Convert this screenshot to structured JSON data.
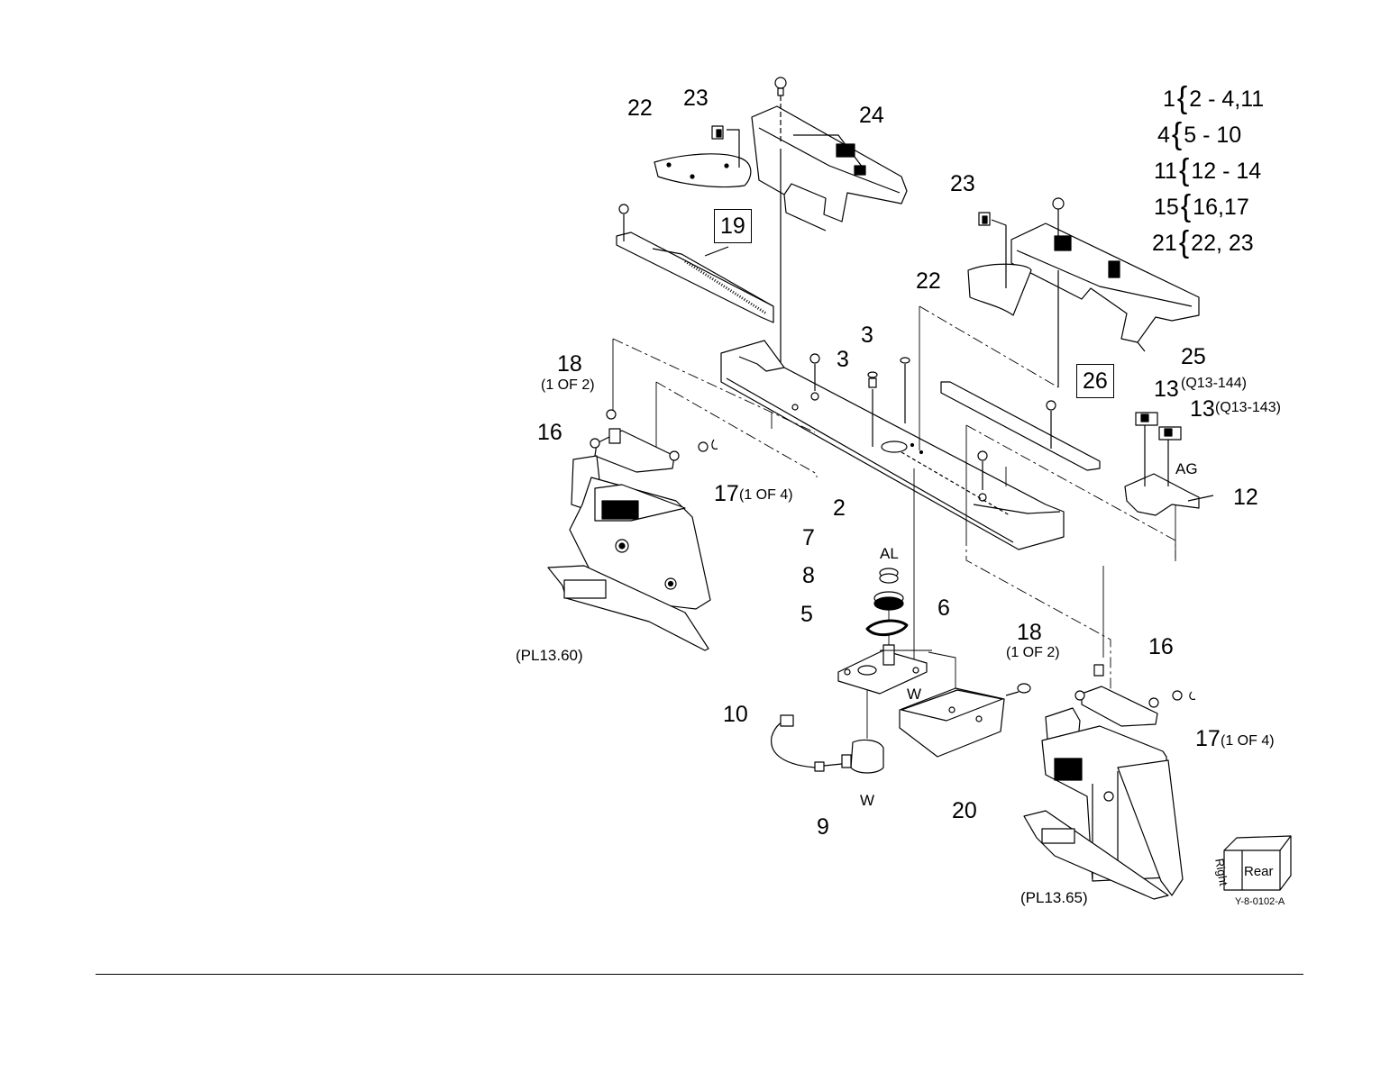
{
  "callouts": {
    "c22a": "22",
    "c23a": "23",
    "c24": "24",
    "c19": "19",
    "c23b": "23",
    "c22b": "22",
    "c25": "25",
    "c26": "26",
    "c3a": "3",
    "c3b": "3",
    "c18a": "18",
    "c18a_note": "(1 OF 2)",
    "c16a": "16",
    "c17a": "17",
    "c17a_note": "(1 OF 4)",
    "c2": "2",
    "c13a": "13",
    "c13a_note": "(Q13-144)",
    "c13b": "13",
    "c13b_note": "(Q13-143)",
    "c12": "12",
    "ag": "AG",
    "c7": "7",
    "al": "AL",
    "c8": "8",
    "c5": "5",
    "c6": "6",
    "w1": "W",
    "w2": "W",
    "c10": "10",
    "c9": "9",
    "c20": "20",
    "c18b": "18",
    "c18b_note": "(1 OF 2)",
    "c16b": "16",
    "c17b": "17",
    "c17b_note": "(1 OF 4)",
    "pl1360": "(PL13.60)",
    "pl1365": "(PL13.65)"
  },
  "legend": [
    {
      "parent": "1",
      "children": "2 - 4,11"
    },
    {
      "parent": "4",
      "children": "5 - 10"
    },
    {
      "parent": "11",
      "children": "12 - 14"
    },
    {
      "parent": "15",
      "children": "16,17"
    },
    {
      "parent": "21",
      "children": "22, 23"
    }
  ],
  "orientation_cube": {
    "face1": "Right",
    "face2": "Rear"
  },
  "figure_id": "Y-8-0102-A"
}
